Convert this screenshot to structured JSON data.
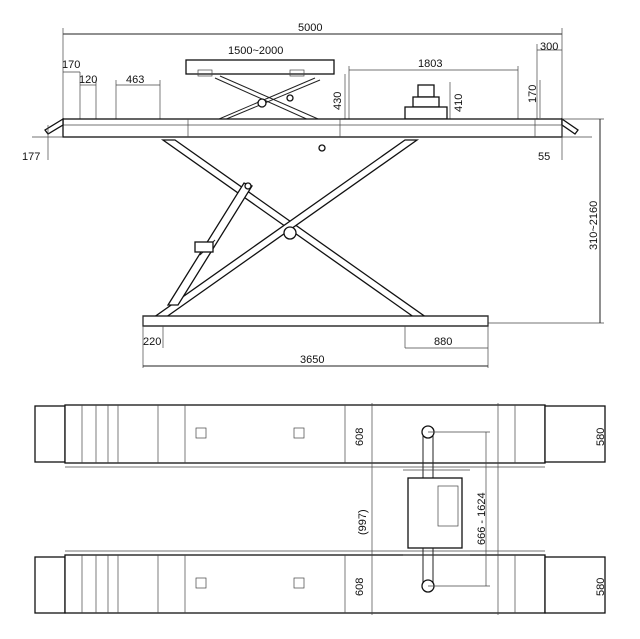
{
  "side_view": {
    "overall_length": "5000",
    "platform_extension": "1500~2000",
    "end_offset": "300",
    "left_170": "170",
    "left_120": "120",
    "left_463": "463",
    "jack_span": "1803",
    "height_430": "430",
    "height_410": "410",
    "right_170": "170",
    "left_177": "177",
    "right_55": "55",
    "lift_height": "310~2160",
    "base_220": "220",
    "base_880": "880",
    "base_length": "3650"
  },
  "top_view": {
    "width_top_left": "608",
    "width_top_right": "580",
    "center_gap": "(997)",
    "jack_range": "666 - 1624",
    "width_bottom_left": "608",
    "width_bottom_right": "580"
  }
}
